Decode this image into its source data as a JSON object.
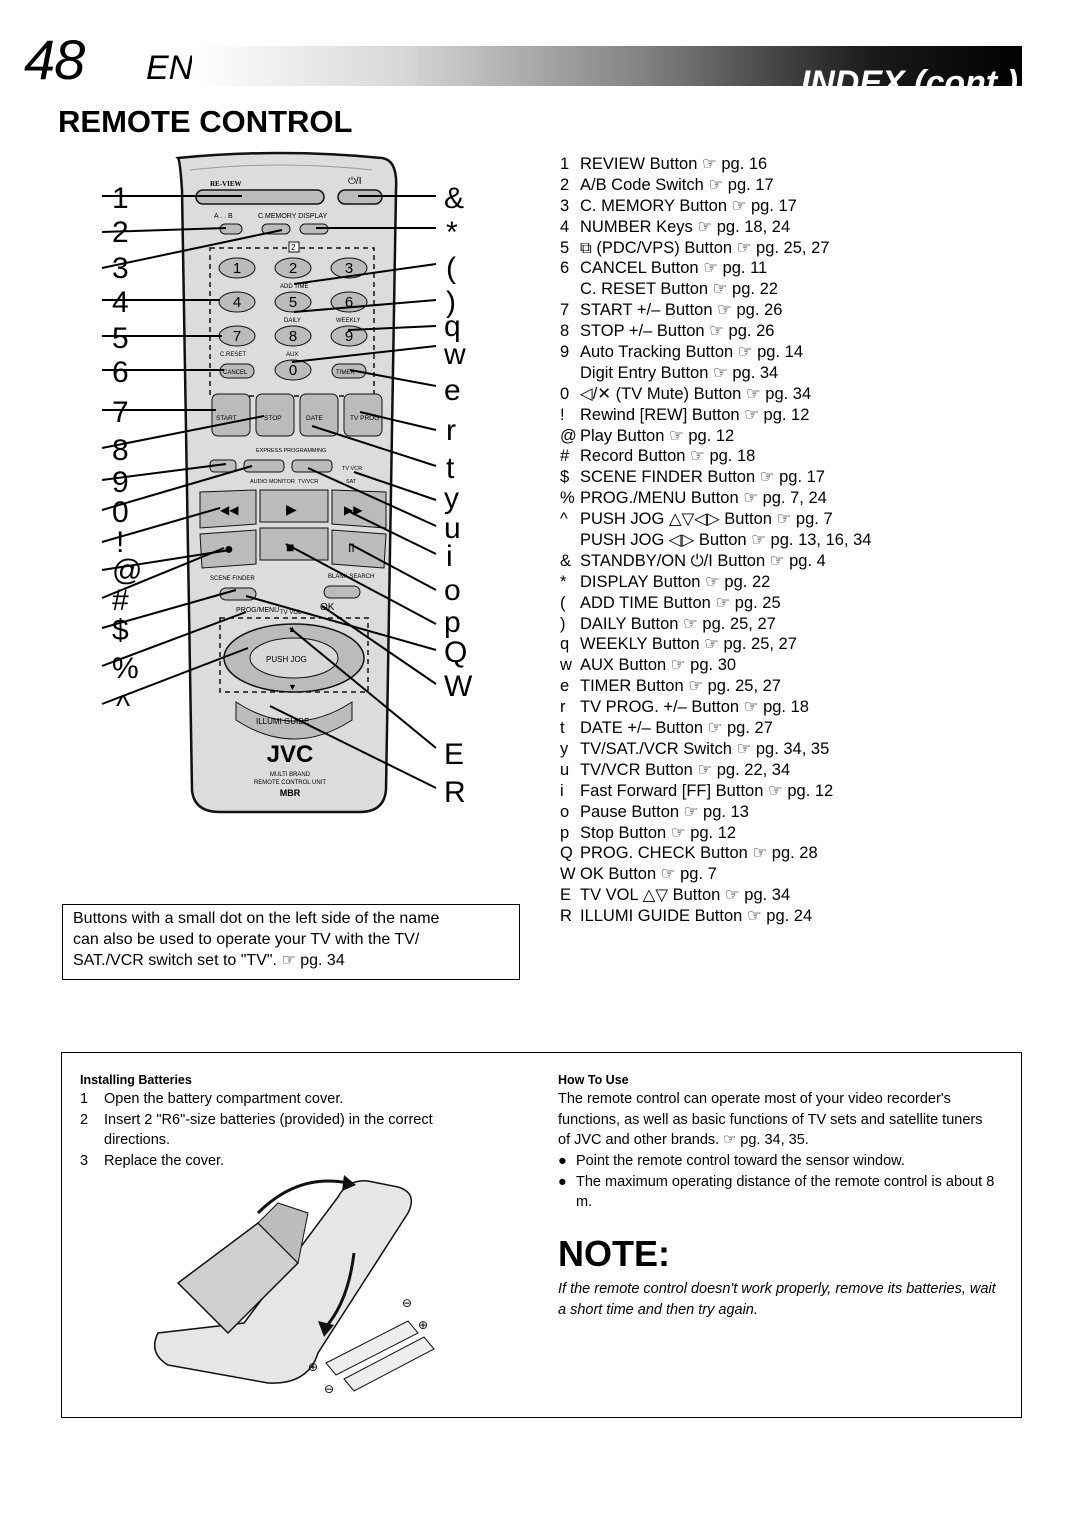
{
  "header": {
    "page_number": "48",
    "lang": "EN",
    "section_index": "INDEX (cont.)"
  },
  "section_title": "REMOTE CONTROL",
  "remote": {
    "brand": "JVC",
    "unit_text_1": "MULTI BRAND",
    "unit_text_2": "REMOTE CONTROL UNIT",
    "logo_text": "MBR",
    "labels": {
      "review": "RE-VIEW",
      "ab": "A . . B",
      "cmemory_display": "C.MEMORY  DISPLAY",
      "add_time": "ADD TIME",
      "daily": "DAILY",
      "weekly": "WEEKLY",
      "creset": "C.RESET",
      "aux": "AUX",
      "cancel": "CANCEL",
      "timer": "TIMER",
      "start": "START",
      "stop": "STOP",
      "date": "DATE",
      "tv_prog": "TV PROG",
      "express": "EXPRESS PROGRAMMING",
      "tvvcr": "TV/VCR",
      "monitor": "MONITOR",
      "audio_monitor": "AUDIO MONITOR",
      "tv_sat_vcr": "TV  VCR",
      "sat": "SAT",
      "scene_finder": "SCENE FINDER",
      "prog_menu": "PROG/MENU",
      "ok": "OK",
      "tv_vol": "TV VOL",
      "push_jog": "PUSH JOG",
      "illumi_guide": "ILLUMI GUIDE",
      "blank_search": "BLANK SEARCH",
      "num_keys": [
        "1",
        "2",
        "3",
        "4",
        "5",
        "6",
        "7",
        "8",
        "9",
        "0"
      ]
    },
    "callouts_left": [
      "1",
      "2",
      "3",
      "4",
      "5",
      "6",
      "7",
      "8",
      "9",
      "0",
      "!",
      "@",
      "#",
      "$",
      "%",
      "^"
    ],
    "callouts_right": [
      "&",
      "*",
      "(",
      ")",
      "q",
      "w",
      "e",
      "r",
      "t",
      "y",
      "u",
      "i",
      "o",
      "p",
      "Q",
      "W",
      "E",
      "R"
    ]
  },
  "index_items": [
    {
      "key": "1",
      "text": "REVIEW Button ☞ pg. 16"
    },
    {
      "key": "2",
      "text": "A/B Code Switch ☞ pg. 17"
    },
    {
      "key": "3",
      "text": "C. MEMORY Button ☞ pg. 17"
    },
    {
      "key": "4",
      "text": "NUMBER Keys ☞ pg. 18, 24"
    },
    {
      "key": "5",
      "text": "⧉ (PDC/VPS) Button ☞ pg. 25, 27"
    },
    {
      "key": "6",
      "text": "CANCEL Button ☞ pg. 11"
    },
    {
      "key": "",
      "text": "C. RESET Button ☞ pg. 22"
    },
    {
      "key": "7",
      "text": "START +/– Button ☞ pg. 26"
    },
    {
      "key": "8",
      "text": "STOP +/– Button ☞ pg. 26"
    },
    {
      "key": "9",
      "text": "Auto Tracking Button ☞ pg. 14"
    },
    {
      "key": "",
      "text": "Digit Entry Button ☞ pg. 34"
    },
    {
      "key": "0",
      "text": "◁/✕ (TV Mute) Button ☞ pg. 34"
    },
    {
      "key": "!",
      "text": "Rewind [REW] Button ☞ pg. 12"
    },
    {
      "key": "@",
      "text": "Play Button ☞ pg. 12"
    },
    {
      "key": "#",
      "text": "Record Button ☞ pg. 18"
    },
    {
      "key": "$",
      "text": "SCENE FINDER Button ☞ pg. 17"
    },
    {
      "key": "%",
      "text": "PROG./MENU Button ☞ pg. 7, 24"
    },
    {
      "key": "^",
      "text": "PUSH JOG △▽◁▷ Button ☞ pg. 7"
    },
    {
      "key": "",
      "text": "PUSH JOG ◁▷ Button ☞ pg. 13, 16, 34"
    },
    {
      "key": "&",
      "text": "STANDBY/ON ⏻/I Button ☞ pg. 4"
    },
    {
      "key": "*",
      "text": "DISPLAY Button ☞ pg. 22"
    },
    {
      "key": "(",
      "text": "ADD TIME Button ☞ pg. 25"
    },
    {
      "key": ")",
      "text": "DAILY Button ☞ pg. 25, 27"
    },
    {
      "key": "q",
      "text": "WEEKLY Button ☞ pg. 25, 27"
    },
    {
      "key": "w",
      "text": "AUX Button ☞ pg. 30"
    },
    {
      "key": "e",
      "text": "TIMER Button ☞ pg. 25, 27"
    },
    {
      "key": "r",
      "text": "TV PROG. +/– Button ☞ pg. 18"
    },
    {
      "key": "t",
      "text": "DATE +/– Button ☞ pg. 27"
    },
    {
      "key": "y",
      "text": "TV/SAT./VCR Switch ☞ pg. 34, 35"
    },
    {
      "key": "u",
      "text": "TV/VCR Button ☞ pg. 22, 34"
    },
    {
      "key": "i",
      "text": "Fast Forward [FF] Button ☞ pg. 12"
    },
    {
      "key": "o",
      "text": "Pause Button ☞ pg. 13"
    },
    {
      "key": "p",
      "text": "Stop Button ☞ pg. 12"
    },
    {
      "key": "Q",
      "text": "PROG. CHECK Button ☞ pg. 28"
    },
    {
      "key": "W",
      "text": "OK Button ☞ pg. 7"
    },
    {
      "key": "E",
      "text": "TV VOL △▽ Button ☞ pg. 34"
    },
    {
      "key": "R",
      "text": "ILLUMI GUIDE Button ☞ pg. 24"
    }
  ],
  "tip": {
    "line1": "Buttons with a small dot on the left side of the name",
    "line2": "can also be used to operate your TV with the TV/",
    "line3": "SAT./VCR switch set to \"TV\". ☞ pg. 34"
  },
  "batteries": {
    "heading": "Installing Batteries",
    "steps": [
      {
        "n": "1",
        "text": "Open the battery compartment cover."
      },
      {
        "n": "2",
        "text": "Insert 2 \"R6\"-size batteries (provided) in the correct directions."
      },
      {
        "n": "3",
        "text": "Replace the cover."
      }
    ]
  },
  "how_to_use": {
    "heading": "How To Use",
    "text": "The remote control can operate most of your video recorder's functions, as well as basic functions of TV sets and satellite tuners of JVC and other brands. ☞ pg. 34, 35.",
    "bullets": [
      "Point the remote control toward the sensor window.",
      "The maximum operating distance of the remote control is about 8 m."
    ]
  },
  "note": {
    "title": "NOTE:",
    "text": "If the remote control doesn't work properly, remove its batteries, wait a short time and then try again."
  },
  "colors": {
    "band_dark": "#000000",
    "remote_body": "#d9d9d9",
    "button": "#bdbdbd"
  }
}
